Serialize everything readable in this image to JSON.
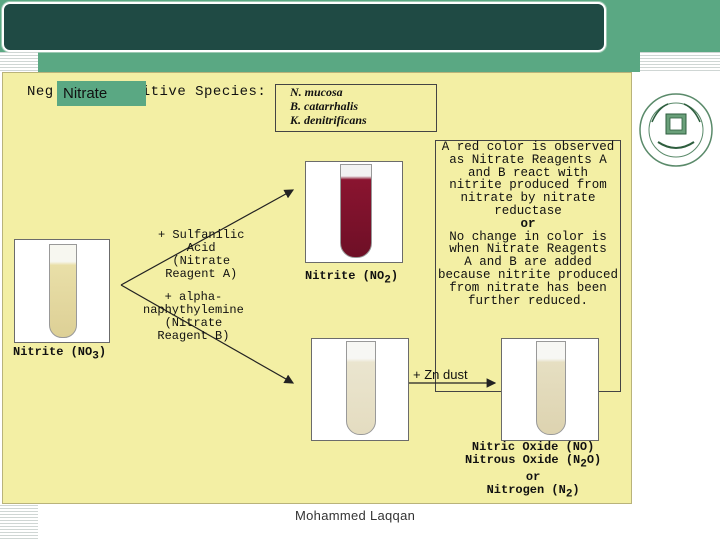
{
  "slide": {
    "heading": "Negative Nitrate Positive Species:",
    "heading_visible_left": "Neg",
    "heading_visible_right": "itive Species:",
    "nitrate_tag": "Nitrate",
    "species": [
      "N. mucosa",
      "B. catarrhalis",
      "K. denitrificans"
    ],
    "info_lines": [
      "A red color is observed",
      "as Nitrate Reagents A",
      "and B react with",
      "nitrite produced from",
      "nitrate by nitrate",
      "reductase",
      "or",
      "No change in color is",
      "when Nitrate Reagents",
      "A and B are added",
      "because nitrite produced",
      "from nitrate has been",
      "further reduced."
    ],
    "reagent_a": [
      "+ Sulfanilic",
      "Acid",
      "(Nitrate",
      "Reagent A)"
    ],
    "reagent_b": [
      "+ alpha-",
      "naphythylemine",
      "(Nitrate",
      "Reagent B)"
    ],
    "left_tube_label": "Nitrite (NO",
    "left_tube_sub": "3",
    "left_tube_close": ")",
    "red_tube_label": "Nitrite (NO",
    "red_tube_sub": "2",
    "red_tube_close": ")",
    "zn_label": "+ Zn dust",
    "products": {
      "line1": "Nitric Oxide (NO)",
      "line2_a": "Nitrous Oxide (N",
      "line2_sub": "2",
      "line2_b": "O)",
      "line3": "or",
      "line4_a": "Nitrogen (N",
      "line4_sub": "2",
      "line4_b": ")"
    }
  },
  "footer": "Mohammed  Laqqan",
  "colors": {
    "header_green": "#5aa883",
    "title_bar": "#1f4a44",
    "slide_bg": "#f3efa4",
    "red_tube": "#8a1430"
  },
  "logo_icon": "university-seal-icon"
}
